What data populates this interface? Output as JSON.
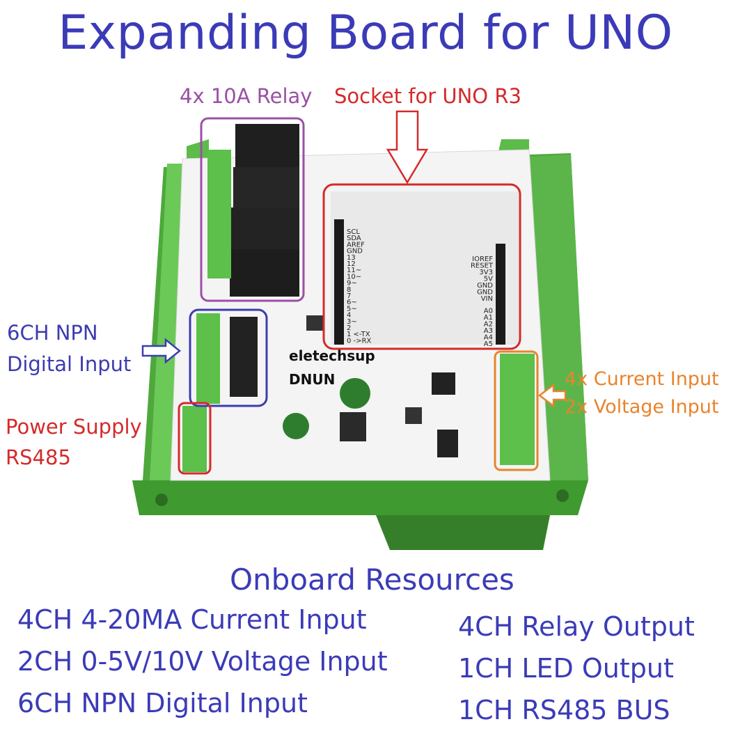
{
  "title": "Expanding Board for UNO",
  "labels": {
    "relay": "4x 10A Relay",
    "socket": "Socket for UNO R3",
    "npn_line1": "6CH NPN",
    "npn_line2": "Digital Input",
    "power_line1": "Power Supply",
    "power_line2": "RS485",
    "analog_line1": "4x Current Input",
    "analog_line2": "2x Voltage Input"
  },
  "board": {
    "brand": "eletechsup",
    "model": "DNUN",
    "left_pins": [
      "SCL",
      "SDA",
      "AREF",
      "GND",
      "13",
      "12",
      "11~",
      "10~",
      "9~",
      "8",
      "7",
      "6~",
      "5~",
      "4",
      "3~",
      "2",
      "1  <-TX",
      "0  ->RX"
    ],
    "right_pins": [
      "IOREF",
      "RESET",
      "3V3",
      "5V",
      "GND",
      "GND",
      "VIN",
      "A0",
      "A1",
      "A2",
      "A3",
      "A4",
      "A5"
    ]
  },
  "resources": {
    "title": "Onboard Resources",
    "left": [
      "4CH 4-20MA Current Input",
      "2CH 0-5V/10V Voltage Input",
      "6CH NPN Digital Input"
    ],
    "right": [
      "4CH Relay  Output",
      "1CH LED Output",
      "1CH RS485 BUS"
    ]
  },
  "colors": {
    "title": "#3b3bb8",
    "relay_box": "#9b4fa6",
    "socket_box": "#d42a2a",
    "npn_box": "#3c3cb0",
    "power_box": "#d42a2a",
    "analog_box": "#e8842c",
    "enclosure": "#5db84a",
    "pcb": "#f5f5f5"
  }
}
